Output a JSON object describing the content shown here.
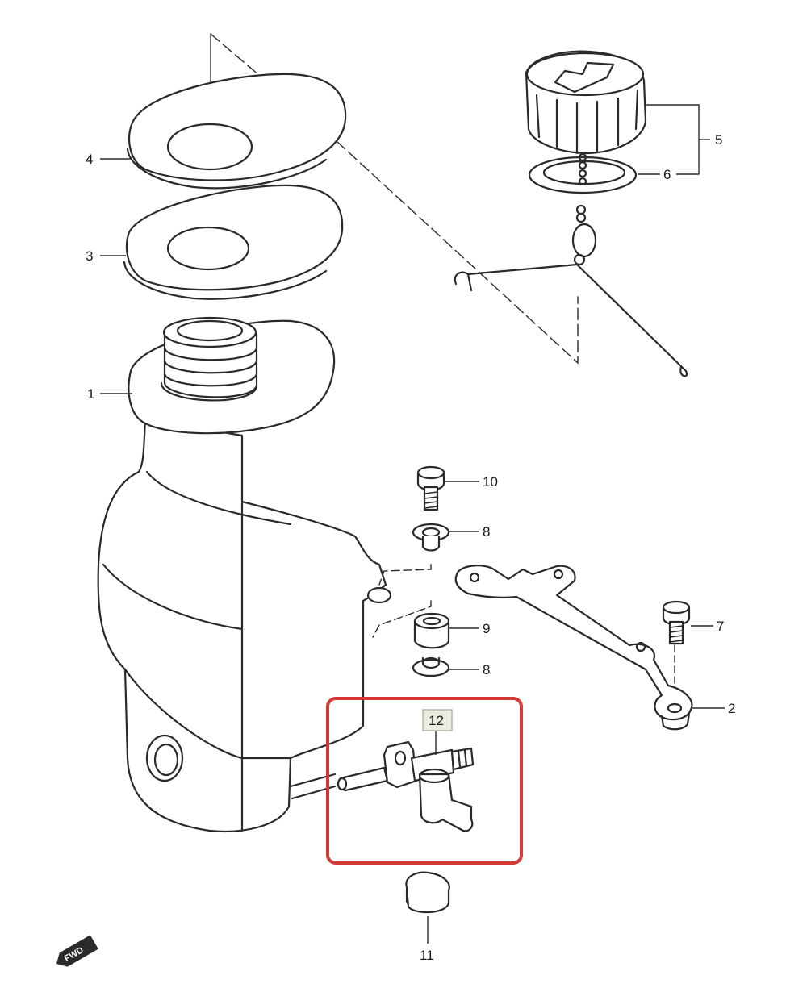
{
  "callouts": {
    "c1": "1",
    "c2": "2",
    "c3": "3",
    "c4": "4",
    "c5": "5",
    "c6": "6",
    "c7": "7",
    "c8a": "8",
    "c8b": "8",
    "c9": "9",
    "c10": "10",
    "c11": "11",
    "c12": "12"
  },
  "fwd_label": "FWD",
  "colors": {
    "highlight_box": "#d23a3a",
    "label_tag_bg": "#e9ecdf",
    "line": "#2a2a2a"
  }
}
